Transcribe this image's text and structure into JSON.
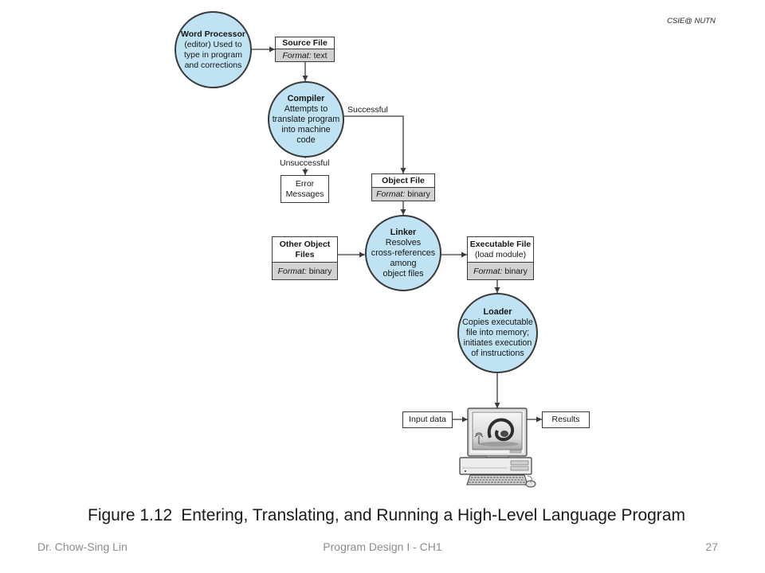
{
  "slide": {
    "org_tag": "CSIE@ NUTN",
    "figure": {
      "number": "Figure 1.12",
      "title": "Entering, Translating, and Running a High-Level Language Program"
    },
    "footer": {
      "author": "Dr. Chow-Sing Lin",
      "course": "Program Design I - CH1",
      "page_number": "27"
    }
  },
  "diagram": {
    "processes": {
      "word_processor": {
        "title": "Word Processor",
        "lines": [
          "(editor) Used to",
          "type in program",
          "and corrections"
        ]
      },
      "compiler": {
        "title": "Compiler",
        "lines": [
          "Attempts to",
          "translate program",
          "into machine",
          "code"
        ]
      },
      "linker": {
        "title": "Linker",
        "lines": [
          "Resolves",
          "cross-references",
          "among",
          "object files"
        ]
      },
      "loader": {
        "title": "Loader",
        "lines": [
          "Copies executable",
          "file into memory;",
          "initiates execution",
          "of instructions"
        ]
      }
    },
    "files": {
      "source_file": {
        "name": "Source File",
        "format_label": "Format:",
        "format_value": "text"
      },
      "object_file": {
        "name": "Object File",
        "format_label": "Format:",
        "format_value": "binary"
      },
      "other_object_files": {
        "name_lines": [
          "Other Object",
          "Files"
        ],
        "format_label": "Format:",
        "format_value": "binary"
      },
      "executable_file": {
        "name": "Executable File",
        "note": "(load module)",
        "format_label": "Format:",
        "format_value": "binary"
      }
    },
    "io_boxes": {
      "error_messages": {
        "lines": [
          "Error",
          "Messages"
        ]
      },
      "input_data": {
        "label": "Input data"
      },
      "results": {
        "label": "Results"
      }
    },
    "edge_labels": {
      "successful": "Successful",
      "unsuccessful": "Unsuccessful"
    },
    "icons": {
      "computer": "desktop-computer-icon"
    },
    "colors": {
      "process_fill": "#c0e3f3",
      "format_fill": "#d2d2d2",
      "stroke": "#3a3a3a"
    }
  }
}
